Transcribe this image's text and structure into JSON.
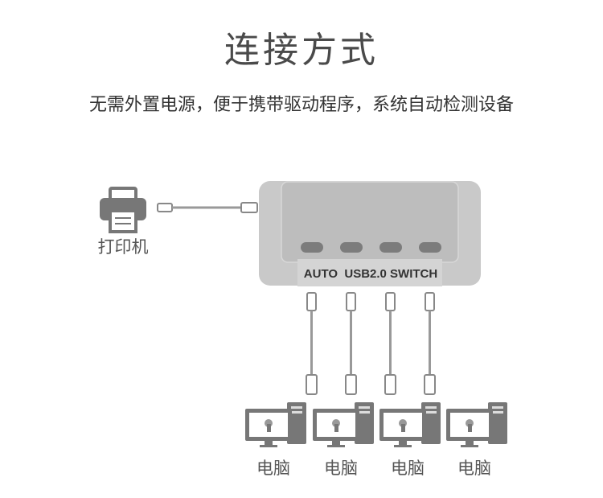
{
  "title": "连接方式",
  "subtitle": "无需外置电源，便于携带驱动程序，系统自动检测设备",
  "printer": {
    "label": "打印机",
    "icon": "printer-icon"
  },
  "switch": {
    "label": "AUTO  USB2.0 SWITCH",
    "port_count": 4
  },
  "computers": [
    {
      "label": "电脑"
    },
    {
      "label": "电脑"
    },
    {
      "label": "电脑"
    },
    {
      "label": "电脑"
    }
  ],
  "colors": {
    "icon": "#7a7a7a",
    "switch_body": "#c4c4c4",
    "cable": "#999999"
  }
}
